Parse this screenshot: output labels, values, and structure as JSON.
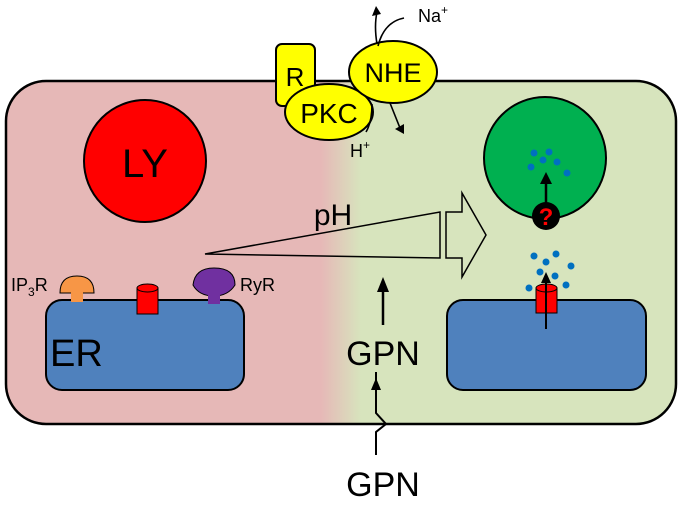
{
  "labels": {
    "receptor": "R",
    "pkc": "PKC",
    "nhe": "NHE",
    "na_ion": "Na",
    "na_charge": "+",
    "h_ion": "H",
    "h_charge": "+",
    "lysosome": "LY",
    "ph": "pH",
    "ip3r_prefix": "IP",
    "ip3r_sub": "3",
    "ip3r_suffix": "R",
    "ryr": "RyR",
    "er": "ER",
    "question": "?",
    "gpn_inside": "GPN",
    "gpn_outside": "GPN"
  },
  "colors": {
    "cell_left": "#e6b8b7",
    "cell_right": "#d7e4bd",
    "er": "#4f81bd",
    "lysosome_red": "#ff0000",
    "lysosome_green": "#00b050",
    "yellow": "#ffff00",
    "orange_receptor": "#f79646",
    "purple_receptor": "#7030a0",
    "calcium_dots": "#0070c0",
    "channel_red": "#ff0000"
  }
}
